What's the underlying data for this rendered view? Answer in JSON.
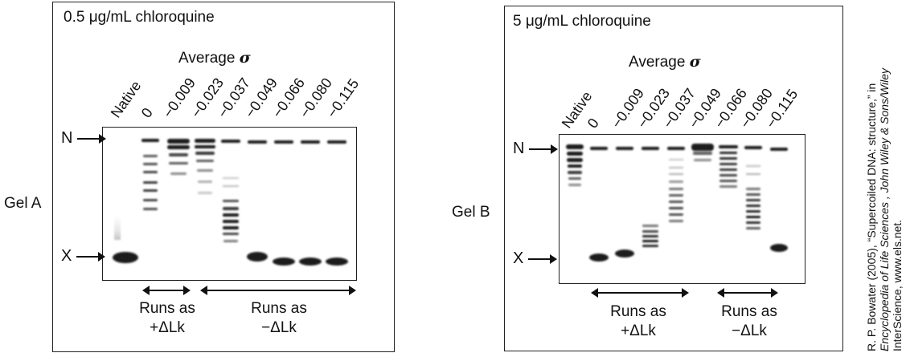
{
  "panelA": {
    "title": "0.5 μg/mL chloroquine",
    "avg_label": "Average",
    "sigma": "σ",
    "lanes": [
      "Native",
      "0",
      "−0.009",
      "−0.023",
      "−0.037",
      "−0.049",
      "−0.066",
      "−0.080",
      "−0.115"
    ],
    "marker_n": "N",
    "marker_x": "X",
    "gel_name": "Gel A",
    "runs_pos_line1": "Runs as",
    "runs_pos_line2": "+ΔLk",
    "runs_neg_line1": "Runs as",
    "runs_neg_line2": "−ΔLk"
  },
  "panelB": {
    "title": "5 μg/mL chloroquine",
    "avg_label": "Average",
    "sigma": "σ",
    "lanes": [
      "Native",
      "0",
      "−0.009",
      "−0.023",
      "−0.037",
      "−0.049",
      "−0.066",
      "−0.080",
      "−0.115"
    ],
    "marker_n": "N",
    "marker_x": "X",
    "gel_name": "Gel B",
    "runs_pos_line1": "Runs as",
    "runs_pos_line2": "+ΔLk",
    "runs_neg_line1": "Runs as",
    "runs_neg_line2": "−ΔLk"
  },
  "credit": {
    "line1": "R. P. Bowater (2005), “Supercoiled DNA: structure,” in",
    "line2": "Encyclopedia of Life Sciences , John Wiley & Sons/Wiley",
    "line3": "InterScience, www.els.net."
  }
}
